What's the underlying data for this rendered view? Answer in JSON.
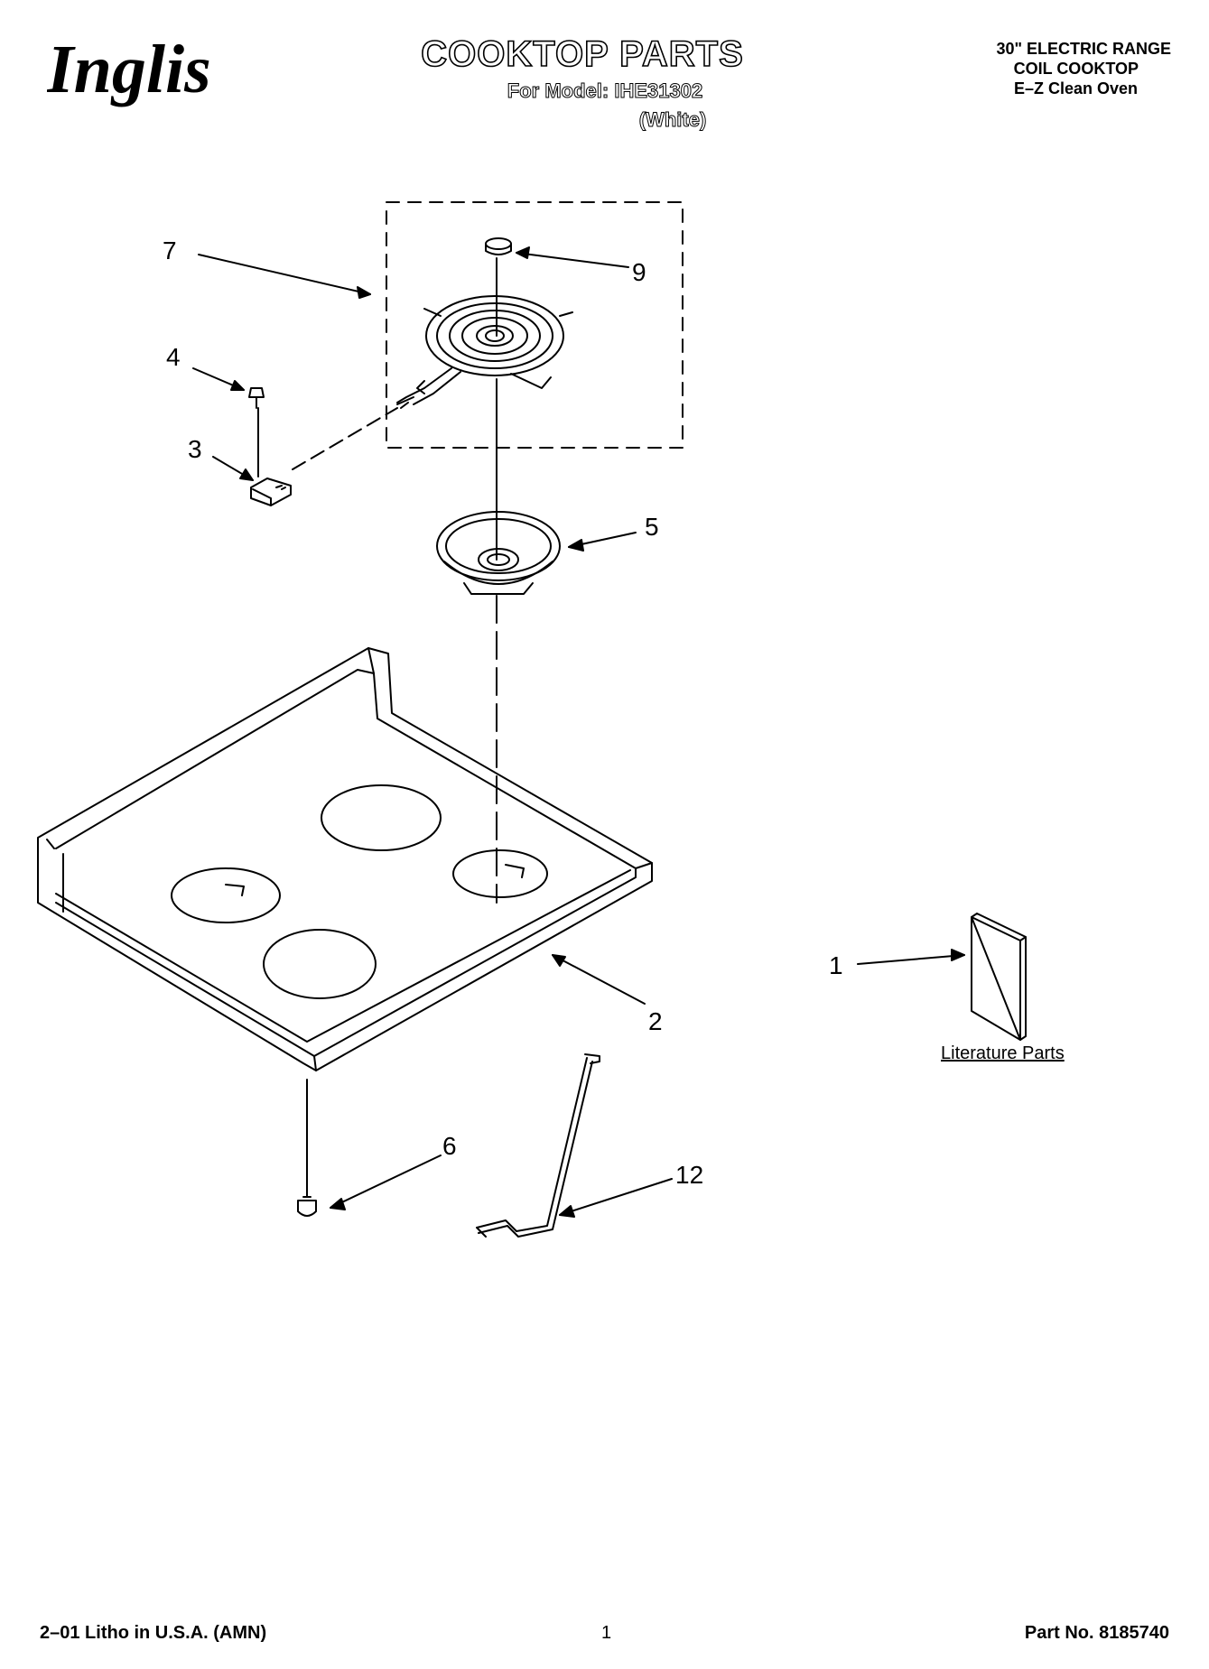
{
  "header": {
    "brand": "Inglis",
    "title": "COOKTOP PARTS",
    "model_line": "For Model: IHE31302",
    "color_line": "(White)",
    "spec_lines": [
      "30\" ELECTRIC RANGE",
      "COIL COOKTOP",
      "E–Z Clean Oven"
    ]
  },
  "callouts": {
    "c1": "1",
    "c2": "2",
    "c3": "3",
    "c4": "4",
    "c5": "5",
    "c6": "6",
    "c7": "7",
    "c9": "9",
    "c12": "12"
  },
  "labels": {
    "literature": "Literature Parts"
  },
  "footer": {
    "left": "2–01 Litho in U.S.A. (AMN)",
    "page": "1",
    "part_no": "Part No. 8185740"
  }
}
